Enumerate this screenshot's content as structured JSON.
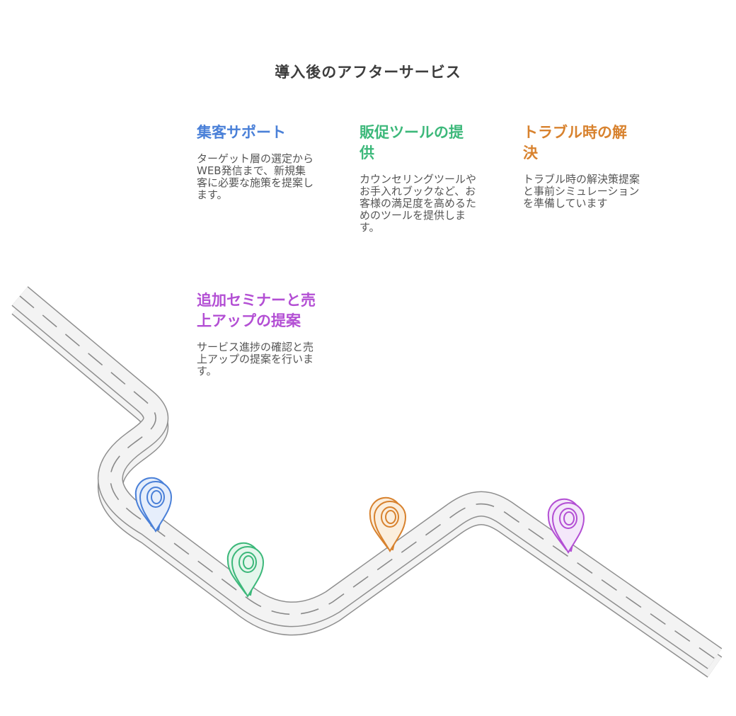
{
  "title": "導入後のアフターサービス",
  "steps": [
    {
      "heading": "集客サポート",
      "body": "ターゲット層の選定からWEB発信まで、新規集客に必要な施策を提案します。",
      "color": "#4a80d8",
      "fill": "#e6eefb"
    },
    {
      "heading": "販促ツールの提供",
      "body": "カウンセリングツールやお手入れブックなど、お客様の満足度を高めるためのツールを提供します。",
      "color": "#3cb87a",
      "fill": "#e5f6ec"
    },
    {
      "heading": "トラブル時の解決",
      "body": "トラブル時の解決策提案と事前シミュレーションを準備しています",
      "color": "#d8822e",
      "fill": "#fbeedd"
    },
    {
      "heading": "追加セミナーと売上アップの提案",
      "body": "サービス進捗の確認と売上アップの提案を行います。",
      "color": "#b34fd4",
      "fill": "#f4e7fa"
    }
  ],
  "pin_icons": [
    "location-pin-icon",
    "location-pin-icon",
    "location-pin-icon",
    "location-pin-icon"
  ]
}
